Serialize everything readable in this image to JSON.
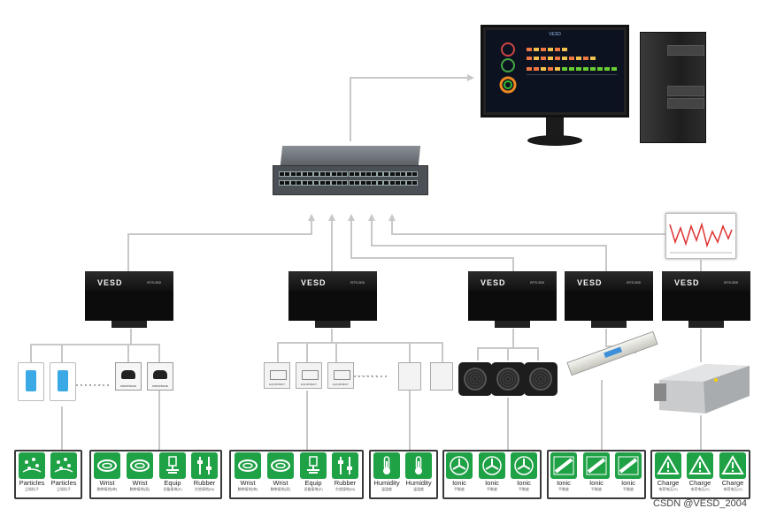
{
  "watermark": "CSDN @VESD_2004",
  "monitor": {
    "title": "VESD"
  },
  "boxes": [
    {
      "logo": "VESD",
      "model": "BTS-500"
    },
    {
      "logo": "VESD",
      "model": "BTS-500"
    },
    {
      "logo": "VESD",
      "model": "BTS-500"
    },
    {
      "logo": "VESD",
      "model": "BTS-500"
    },
    {
      "logo": "VESD",
      "model": "BTS-500"
    }
  ],
  "devices": {
    "wrist_label": "WRISTBAND",
    "equip_label": "EQUIPMENT"
  },
  "tiles": [
    {
      "caption": "Particles",
      "sub": "尘埃粒子",
      "icon": "particles-icon"
    },
    {
      "caption": "Particles",
      "sub": "尘埃粒子",
      "icon": "particles-icon"
    },
    {
      "caption": "Wrist",
      "sub": "腕带接地(单)",
      "icon": "wrist-strap-icon"
    },
    {
      "caption": "Wrist",
      "sub": "腕带接地(双)",
      "icon": "wrist-strap-icon"
    },
    {
      "caption": "Equip",
      "sub": "设备接地(E)",
      "icon": "ground-icon"
    },
    {
      "caption": "Rubber",
      "sub": "台垫接地(M)",
      "icon": "rubber-mat-icon"
    },
    {
      "caption": "Wrist",
      "sub": "腕带接地(单)",
      "icon": "wrist-strap-icon"
    },
    {
      "caption": "Wrist",
      "sub": "腕带接地(双)",
      "icon": "wrist-strap-icon"
    },
    {
      "caption": "Equip",
      "sub": "设备接地(E)",
      "icon": "ground-icon"
    },
    {
      "caption": "Rubber",
      "sub": "台垫接地(M)",
      "icon": "rubber-mat-icon"
    },
    {
      "caption": "Humidity",
      "sub": "温湿度",
      "icon": "thermometer-icon"
    },
    {
      "caption": "Humidity",
      "sub": "温湿度",
      "icon": "thermometer-icon"
    },
    {
      "caption": "Ionic",
      "sub": "平衡度",
      "icon": "ionic-fan-icon"
    },
    {
      "caption": "Ionic",
      "sub": "平衡度",
      "icon": "ionic-fan-icon"
    },
    {
      "caption": "Ionic",
      "sub": "平衡度",
      "icon": "ionic-fan-icon"
    },
    {
      "caption": "Ionic",
      "sub": "平衡度",
      "icon": "ionic-bar-icon"
    },
    {
      "caption": "Ionic",
      "sub": "平衡度",
      "icon": "ionic-bar-icon"
    },
    {
      "caption": "Ionic",
      "sub": "平衡度",
      "icon": "ionic-bar-icon"
    },
    {
      "caption": "Charge",
      "sub": "电荷电压(V)",
      "icon": "warning-triangle-icon"
    },
    {
      "caption": "Charge",
      "sub": "电荷电压(V)",
      "icon": "warning-triangle-icon"
    },
    {
      "caption": "Charge",
      "sub": "电荷电压(V)",
      "icon": "warning-triangle-icon"
    }
  ],
  "colors": {
    "tile_green": "#1fa146",
    "wire": "#c8c8c8",
    "group_border": "#3a3a3a"
  }
}
